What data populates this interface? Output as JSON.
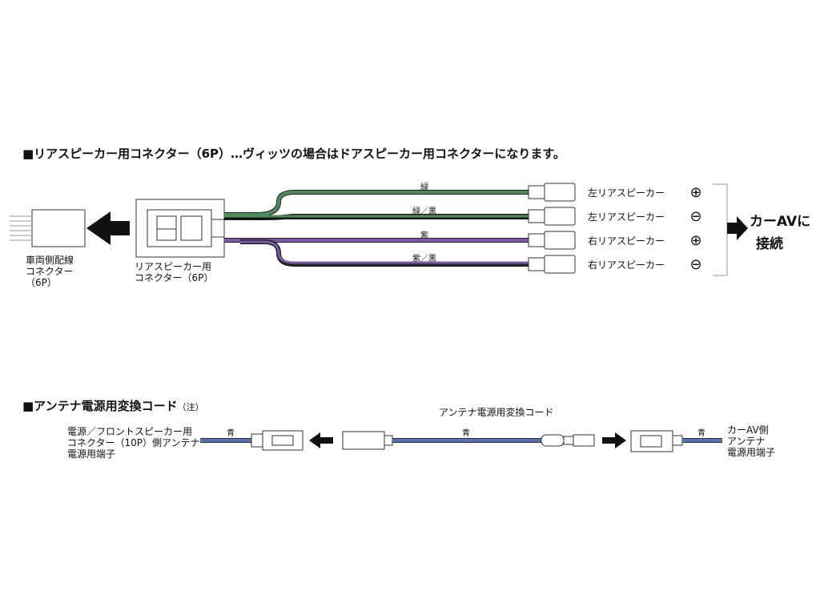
{
  "section1": {
    "title": "■リアスピーカー用コネクター（6P）…ヴィッツの場合はドアスピーカー用コネクターになります。",
    "vehicle_connector": [
      "車両側配線",
      "コネクター",
      "（6P）"
    ],
    "rear_connector": [
      "リアスピーカー用",
      "コネクター（6P）"
    ],
    "wires": [
      {
        "color_label": "緑",
        "speaker": "左リアスピーカー",
        "polarity": "⊕",
        "color": "#4f8a5c"
      },
      {
        "color_label": "緑／黒",
        "speaker": "左リアスピーカー",
        "polarity": "⊖",
        "color": "#4f8a5c"
      },
      {
        "color_label": "紫",
        "speaker": "右リアスピーカー",
        "polarity": "⊕",
        "color": "#7b5aa6"
      },
      {
        "color_label": "紫／黒",
        "speaker": "右リアスピーカー",
        "polarity": "⊖",
        "color": "#7b5aa6"
      }
    ],
    "carav_connect": [
      "カーAVに",
      "接続"
    ]
  },
  "section2": {
    "title": "■アンテナ電源用変換コード",
    "title_note": "（注）",
    "left_label": [
      "電源／フロントスピーカー用",
      "コネクター（10P）側アンテナ",
      "電源用端子"
    ],
    "center_label": "アンテナ電源用変換コード",
    "right_label": [
      "カーAV側",
      "アンテナ",
      "電源用端子"
    ],
    "wire_label": "青",
    "wire_color": "#5a6fb5"
  }
}
